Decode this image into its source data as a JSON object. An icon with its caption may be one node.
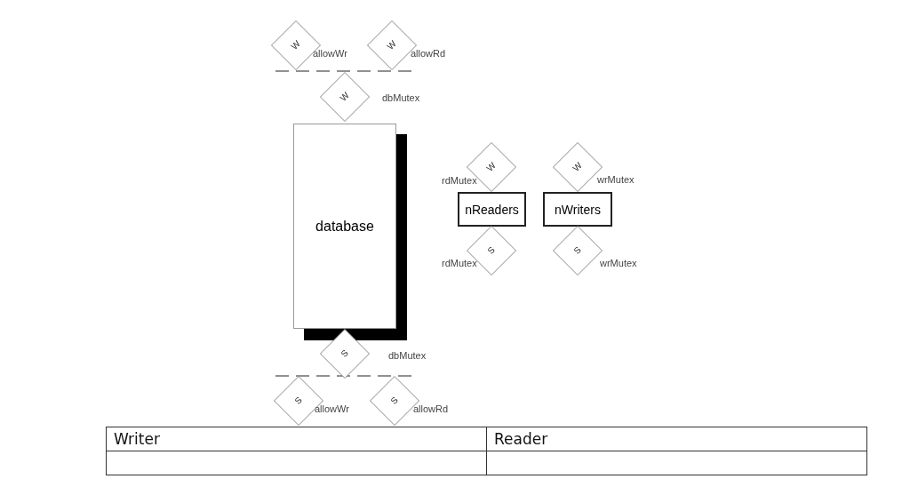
{
  "diagram": {
    "nodes": [
      {
        "text": [
          "W"
        ],
        "beside": [
          "allowWr"
        ]
      },
      {
        "text": [
          "W"
        ],
        "beside": [
          "allowRd"
        ]
      },
      {
        "text": [
          "W"
        ],
        "beside": [
          "dbMutex"
        ]
      },
      {
        "text": [
          "database"
        ]
      },
      {
        "text": [
          "W"
        ],
        "beside": [
          "rdMutex"
        ]
      },
      {
        "text": [
          "W"
        ],
        "beside": [
          "wrMutex"
        ]
      },
      {
        "text": [
          "nReaders"
        ]
      },
      {
        "text": [
          "nWriters"
        ]
      },
      {
        "text": [
          "S"
        ],
        "beside": [
          "rdMutex"
        ]
      },
      {
        "text": [
          "S"
        ],
        "beside": [
          "wrMutex"
        ]
      },
      {
        "text": [
          "S"
        ],
        "beside": [
          "dbMutex"
        ]
      },
      {
        "text": [
          "S"
        ],
        "beside": [
          "allowWr"
        ]
      },
      {
        "text": [
          "S"
        ],
        "beside": [
          "allowRd"
        ]
      }
    ],
    "labels": [
      "Writer",
      "Reader"
    ]
  }
}
